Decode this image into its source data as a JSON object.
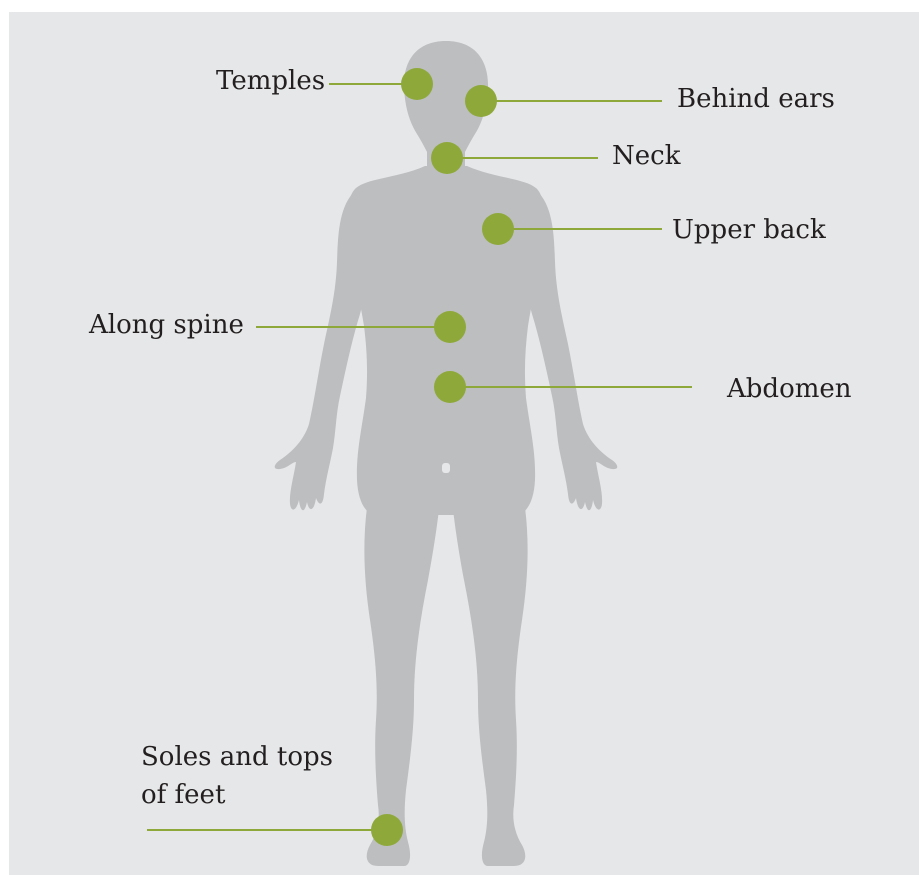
{
  "colors": {
    "panel_bg": "#e6e7e8",
    "body_silhouette": "#bcbec0",
    "marker": "#8ea93a",
    "leader_line": "#8ea93a",
    "label_text": "#231f20"
  },
  "labels": {
    "temples": "Temples",
    "behind_ears": "Behind ears",
    "neck": "Neck",
    "upper_back": "Upper back",
    "along_spine": "Along spine",
    "abdomen": "Abdomen",
    "feet_line1": "Soles and tops",
    "feet_line2": "of feet"
  }
}
